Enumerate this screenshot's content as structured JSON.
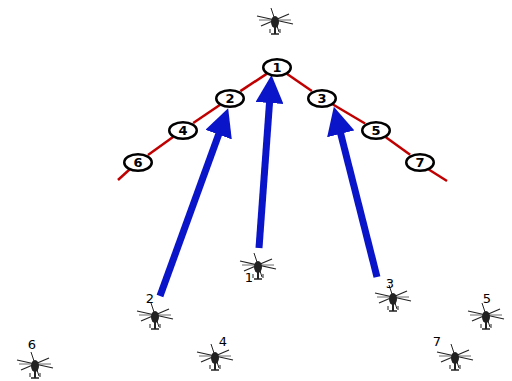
{
  "diagram": {
    "nodes": [
      {
        "text": [
          "1"
        ]
      },
      {
        "text": [
          "2"
        ]
      },
      {
        "text": [
          "3"
        ]
      },
      {
        "text": [
          "4"
        ]
      },
      {
        "text": [
          "5"
        ]
      },
      {
        "text": [
          "6"
        ]
      },
      {
        "text": [
          "7"
        ]
      }
    ],
    "edges": [
      {
        "from": 5,
        "to": 3,
        "arrow": "none"
      },
      {
        "from": 3,
        "to": 1,
        "arrow": "none"
      },
      {
        "from": 1,
        "to": 0,
        "arrow": "none"
      },
      {
        "from": 0,
        "to": 2,
        "arrow": "none"
      },
      {
        "from": 2,
        "to": 4,
        "arrow": "none"
      },
      {
        "from": 4,
        "to": 6,
        "arrow": "none"
      }
    ],
    "labels": [
      "2",
      "1",
      "3",
      "5",
      "6",
      "4",
      "7"
    ]
  }
}
